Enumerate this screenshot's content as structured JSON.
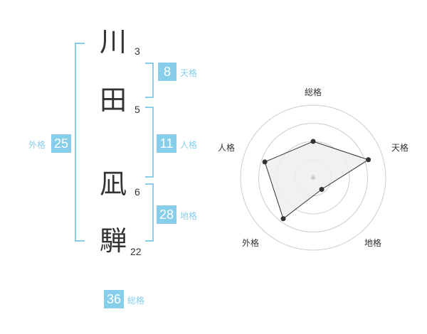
{
  "name": {
    "characters": [
      {
        "char": "川",
        "strokes": "3"
      },
      {
        "char": "田",
        "strokes": "5"
      },
      {
        "char": "凪",
        "strokes": "6"
      },
      {
        "char": "騨",
        "strokes": "22"
      }
    ]
  },
  "kaku": {
    "tenkaku": {
      "value": "8",
      "label": "天格"
    },
    "jinkaku": {
      "value": "11",
      "label": "人格"
    },
    "chikaku": {
      "value": "28",
      "label": "地格"
    },
    "gaikaku": {
      "value": "25",
      "label": "外格"
    },
    "soukaku": {
      "value": "36",
      "label": "総格"
    }
  },
  "colors": {
    "accent": "#87ceeb",
    "text": "#333333",
    "ring": "#cccccc",
    "polygon_fill": "#eeeeee"
  },
  "chart_data": {
    "type": "radar",
    "axes": [
      "総格",
      "天格",
      "地格",
      "外格",
      "人格"
    ],
    "values": [
      2.5,
      4.0,
      1.0,
      3.5,
      3.5
    ],
    "rmax": 5,
    "rings": 4,
    "grid": true
  }
}
